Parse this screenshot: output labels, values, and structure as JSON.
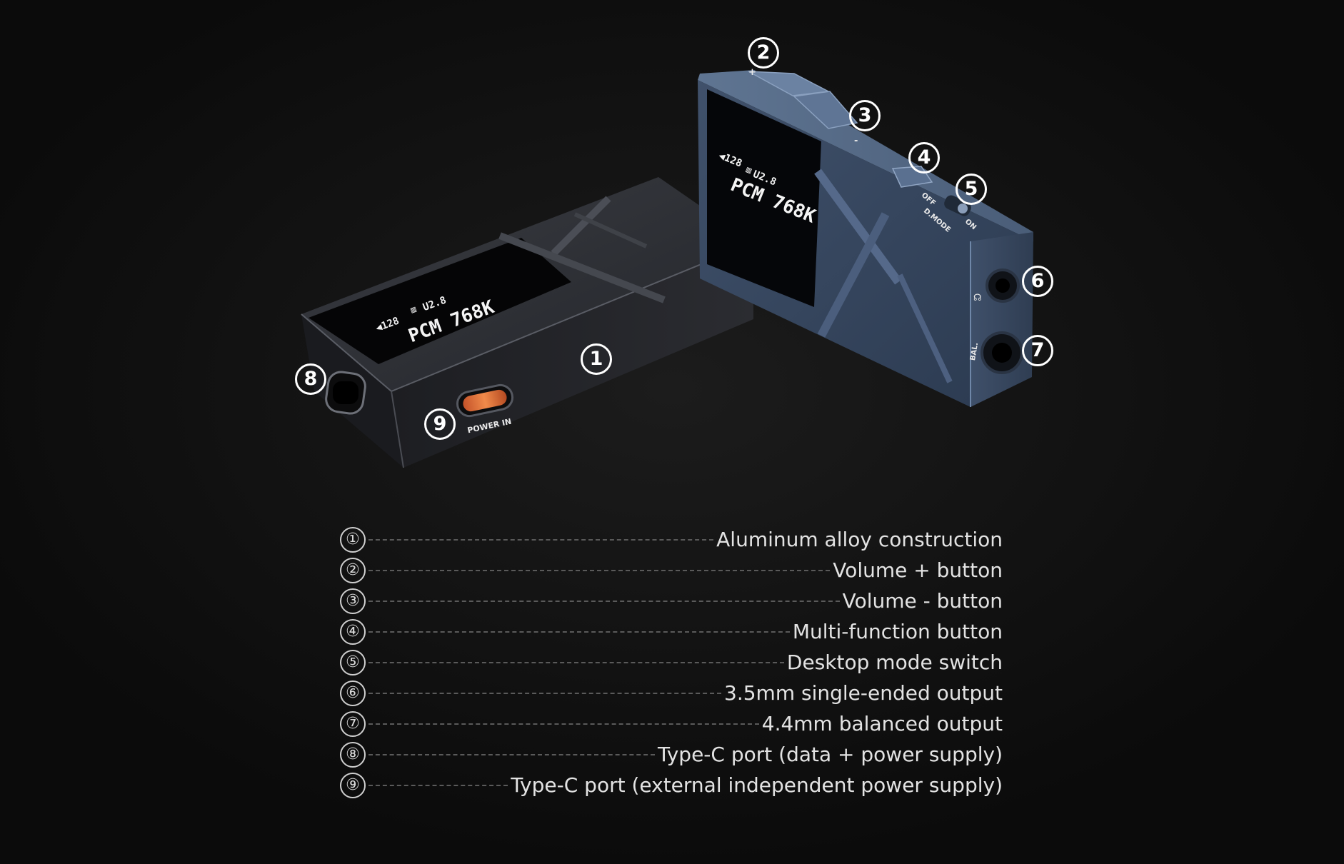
{
  "device_left": {
    "screen": {
      "volume": "◀128",
      "battery_icon": "battery-icon",
      "version": "U2.8",
      "format": "PCM 768K"
    },
    "port_label": "POWER IN"
  },
  "device_right": {
    "screen": {
      "volume": "◀128",
      "battery_icon": "battery-icon",
      "version": "U2.8",
      "format": "PCM 768K"
    },
    "plus_label": "+",
    "minus_label": "-",
    "switch_labels": {
      "off": "OFF",
      "mode": "D.MODE",
      "on": "ON"
    },
    "jack_labels": {
      "headphone": "headphone-icon",
      "balanced": "BAL."
    }
  },
  "callouts": [
    "1",
    "2",
    "3",
    "4",
    "5",
    "6",
    "7",
    "8",
    "9"
  ],
  "legend": [
    {
      "num": "①",
      "text": "Aluminum alloy construction"
    },
    {
      "num": "②",
      "text": "Volume + button"
    },
    {
      "num": "③",
      "text": "Volume - button"
    },
    {
      "num": "④",
      "text": "Multi-function button"
    },
    {
      "num": "⑤",
      "text": "Desktop mode switch"
    },
    {
      "num": "⑥",
      "text": "3.5mm single-ended output"
    },
    {
      "num": "⑦",
      "text": "4.4mm balanced output"
    },
    {
      "num": "⑧",
      "text": "Type-C port (data + power supply)"
    },
    {
      "num": "⑨",
      "text": "Type-C port (external independent power supply)"
    }
  ],
  "colors": {
    "background": "#0b0b0b",
    "left_body": "#2b2d33",
    "right_body": "#3b4a60",
    "port_accent": "#e8743a",
    "legend_text": "#e3e3e3"
  }
}
